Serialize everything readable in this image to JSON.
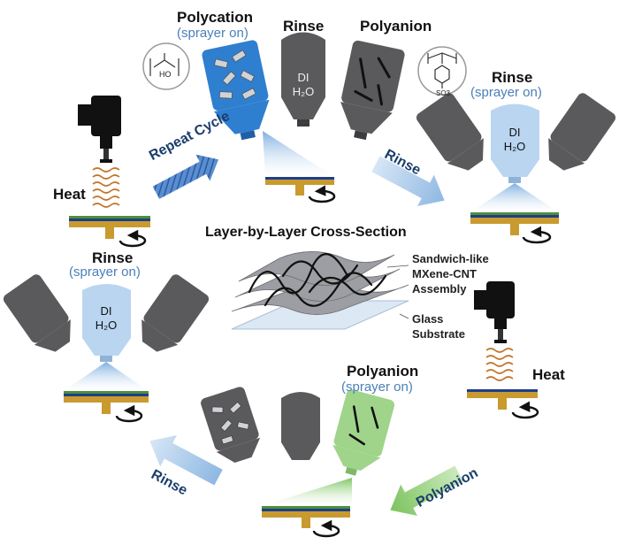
{
  "title": "Layer-by-Layer Cross-Section",
  "steps": {
    "polycation": {
      "label": "Polycation",
      "status": "(sprayer on)",
      "chem": "HO"
    },
    "rinse_top": {
      "label": "Rinse"
    },
    "polyanion_top": {
      "label": "Polyanion",
      "chem": "SO3"
    },
    "rinse_right": {
      "label": "Rinse",
      "status": "(sprayer on)"
    },
    "heat_right": {
      "label": "Heat"
    },
    "polyanion_bottom": {
      "label": "Polyanion",
      "status": "(sprayer on)"
    },
    "rinse_left": {
      "label": "Rinse",
      "status": "(sprayer on)"
    },
    "heat_left": {
      "label": "Heat"
    }
  },
  "di_water": {
    "line1": "DI",
    "line2": "H₂O"
  },
  "arrows": {
    "repeat": "Repeat Cycle",
    "rinse_right": "Rinse",
    "polyanion": "Polyanion",
    "rinse_left": "Rinse"
  },
  "cross_section": {
    "assembly": [
      "Sandwich-like",
      "MXene-CNT",
      "Assembly"
    ],
    "substrate": [
      "Glass",
      "Substrate"
    ]
  },
  "colors": {
    "sprayer_dark": "#5a5a5c",
    "sprayer_blue": "#2f7fd0",
    "sprayer_light_blue": "#b9d5f0",
    "sprayer_green": "#9fd48a",
    "stage_gold": "#c99a2e",
    "film_blue": "#1c3f8c",
    "film_green": "#4f8f3a",
    "arrow_blue": "#a9c9ea",
    "arrow_green": "#8fcf74"
  }
}
